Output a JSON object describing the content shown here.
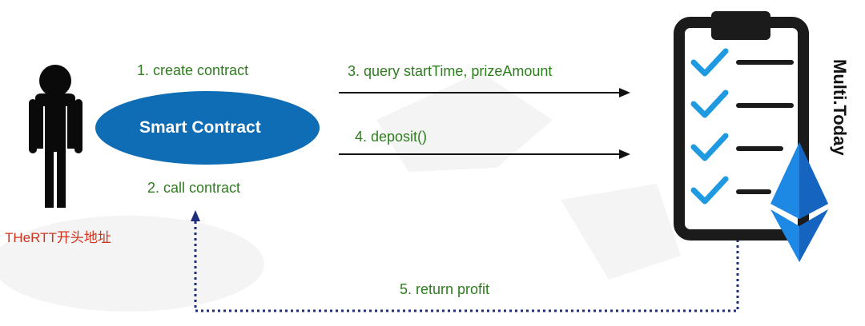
{
  "diagram": {
    "actor": {
      "label": "THeRTT开头地址",
      "icon": "person-icon"
    },
    "contract": {
      "label": "Smart Contract"
    },
    "target": {
      "label": "Multi.Today",
      "icon": "clipboard-checklist-icon",
      "badge_icon": "ethereum-icon"
    },
    "steps": {
      "create": "1. create contract",
      "call": "2. call contract",
      "query": "3. query startTime, prizeAmount",
      "deposit": "4. deposit()",
      "profit": "5. return profit"
    },
    "colors": {
      "label_green": "#2e7d1f",
      "label_red": "#d0341f",
      "ellipse_blue": "#0e6db4",
      "check_blue": "#1f9ae0",
      "eth_blue": "#1e88e5",
      "dotted_navy": "#1f2e7a",
      "dark": "#111111"
    }
  }
}
